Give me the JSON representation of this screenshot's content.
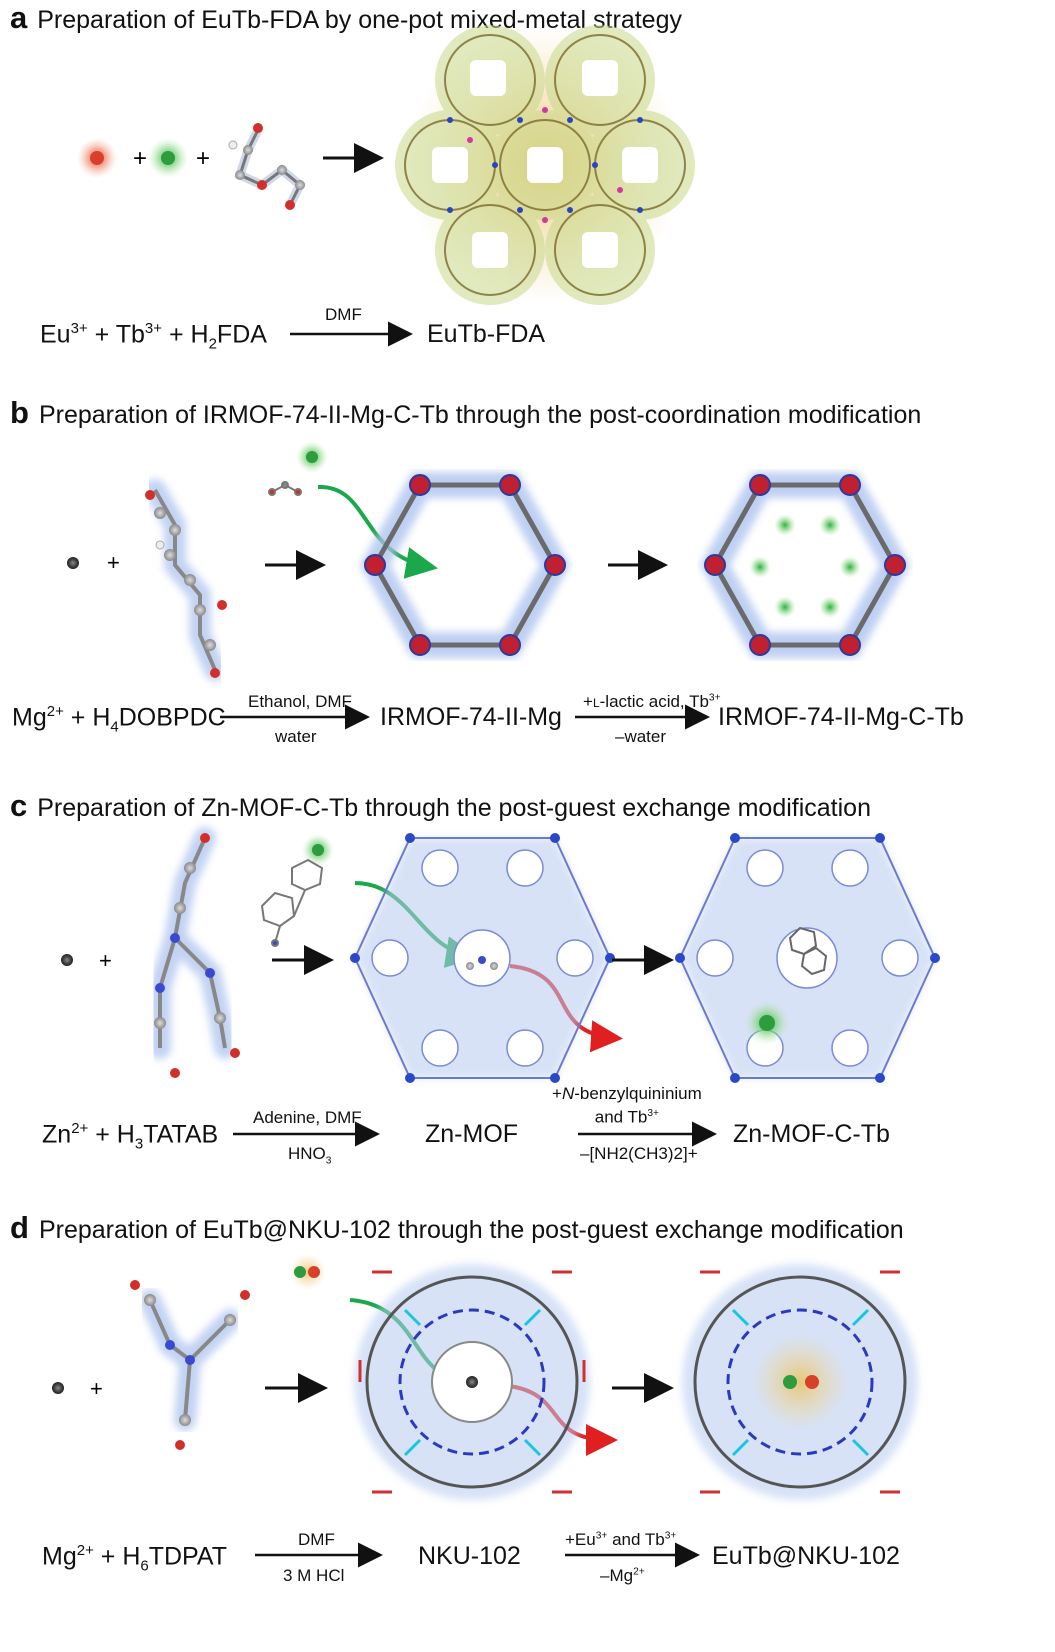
{
  "panels": [
    {
      "letter": "a",
      "title": "Preparation of EuTb-FDA by one-pot mixed-metal strategy",
      "equation": {
        "reactants": "Eu3+ + Tb3+ + H2FDA",
        "reactants_parts": {
          "eu": "Eu",
          "eu_sup": "3+",
          "plus1": " + Tb",
          "tb_sup": "3+",
          "plus2": " + H",
          "h_sub": "2",
          "lig": "FDA"
        },
        "condition_top": "DMF",
        "product": "EuTb-FDA"
      }
    },
    {
      "letter": "b",
      "title": "Preparation of IRMOF-74-II-Mg-C-Tb through the post-coordination modification",
      "equation": {
        "reactant_parts": {
          "mg": "Mg",
          "mg_sup": "2+",
          "plus": " + H",
          "h_sub": "4",
          "lig": "DOBPDC"
        },
        "step1_top": "Ethanol, DMF",
        "step1_bottom": "water",
        "intermediate": "IRMOF-74-II-Mg",
        "step2_top_pre": "+",
        "step2_top_l": "L",
        "step2_top_post": "-lactic acid, Tb",
        "step2_top_sup": "3+",
        "step2_bottom": "–water",
        "product": "IRMOF-74-II-Mg-C-Tb"
      }
    },
    {
      "letter": "c",
      "title": "Preparation of Zn-MOF-C-Tb through the post-guest exchange modification",
      "equation": {
        "reactant_parts": {
          "zn": "Zn",
          "zn_sup": "2+",
          "plus": " + H",
          "h_sub": "3",
          "lig": "TATAB"
        },
        "step1_top": "Adenine, DMF",
        "step1_bottom_pre": "HNO",
        "step1_bottom_sub": "3",
        "intermediate": "Zn-MOF",
        "step2_top_line1_pre": "+",
        "step2_top_line1_n": "N",
        "step2_top_line1_post": "-benzylquininium",
        "step2_top_line2": "and Tb",
        "step2_top_line2_sup": "3+",
        "step2_bottom": "–[NH2(CH3)2]+",
        "product": "Zn-MOF-C-Tb"
      }
    },
    {
      "letter": "d",
      "title": "Preparation of EuTb@NKU-102 through the post-guest exchange modification",
      "equation": {
        "reactant_parts": {
          "mg": "Mg",
          "mg_sup": "2+",
          "plus": " + H",
          "h_sub": "6",
          "lig": "TDPAT"
        },
        "step1_top": "DMF",
        "step1_bottom": "3 M HCl",
        "intermediate": "NKU-102",
        "step2_top_pre": "+Eu",
        "step2_top_sup1": "3+",
        "step2_top_mid": " and Tb",
        "step2_top_sup2": "3+",
        "step2_bottom_pre": "–Mg",
        "step2_bottom_sup": "2+",
        "product": "EuTb@NKU-102"
      }
    }
  ],
  "colors": {
    "eu_ion": "#e8503a",
    "tb_ion": "#3cb54a",
    "mg_ion": "#555555",
    "framework_glow": "#8fb4f0",
    "green_arrow": "#1aa84a",
    "red_arrow": "#e02020"
  }
}
